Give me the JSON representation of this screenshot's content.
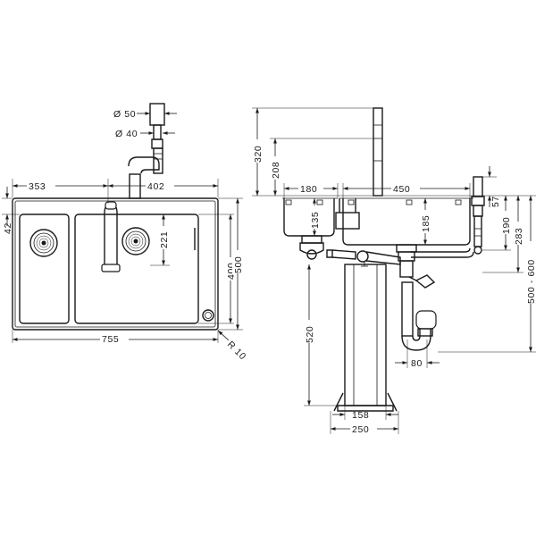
{
  "top_view": {
    "pipe_diameter_upper": "Ø 50",
    "pipe_diameter_lower": "Ø 40",
    "dim_left_bowl": "353",
    "dim_right_bowl": "402",
    "dim_front_offset": "42",
    "dim_drain_depth": "221",
    "dim_bowl_depth": "400",
    "dim_total_depth": "500",
    "dim_total_width": "755",
    "corner_radius": "R 10"
  },
  "side_view": {
    "dim_tap_height": "320",
    "dim_spout_height": "208",
    "dim_left_depth": "180",
    "dim_right_width": "450",
    "dim_left_bowl_height": "135",
    "dim_right_bowl_height": "185",
    "dim_top_offset": "57",
    "dim_depth_190": "190",
    "dim_depth_283": "283",
    "dim_cabinet_range": "500 - 600",
    "dim_cabinet_height": "520",
    "dim_trap_offset": "80",
    "dim_inner_width": "158",
    "dim_outer_width": "250"
  }
}
